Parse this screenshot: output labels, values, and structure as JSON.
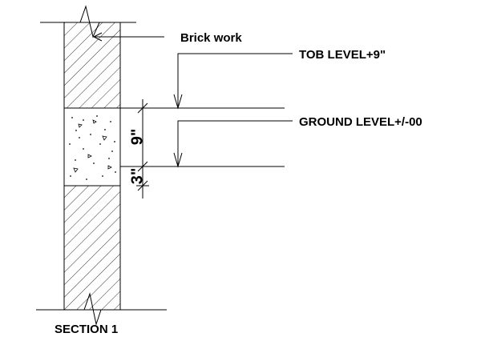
{
  "drawing": {
    "brick_label": "Brick work",
    "tob_label": "TOB LEVEL+9\"",
    "ground_label": "GROUND LEVEL+/-00",
    "dim_upper": "9\"",
    "dim_lower": "3\"",
    "section_label": "SECTION 1"
  },
  "colors": {
    "line": "#000000",
    "background": "#ffffff"
  }
}
